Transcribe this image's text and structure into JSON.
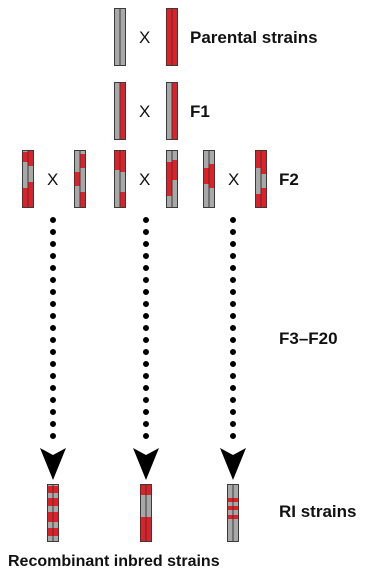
{
  "labels": {
    "parental": "Parental strains",
    "f1": "F1",
    "f2": "F2",
    "f3_f20": "F3–F20",
    "ri": "RI strains",
    "caption": "Recombinant inbred strains"
  },
  "cross_symbol": "X",
  "colors": {
    "gray": "#a8a8a8",
    "red": "#e21f26",
    "outline": "#3a3a3a",
    "dots": "#000000"
  }
}
